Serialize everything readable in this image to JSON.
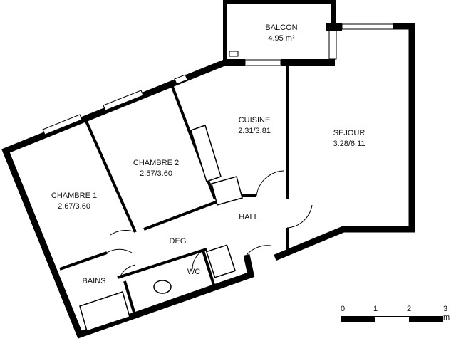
{
  "rooms": [
    {
      "name": "BALCON",
      "size": "4.95 m²"
    },
    {
      "name": "CUISINE",
      "size": "2.31/3.81"
    },
    {
      "name": "SEJOUR",
      "size": "3.28/6.11"
    },
    {
      "name": "CHAMBRE 2",
      "size": "2.57/3.60"
    },
    {
      "name": "CHAMBRE 1",
      "size": "2.67/3.60"
    },
    {
      "name": "HALL",
      "size": ""
    },
    {
      "name": "DEG.",
      "size": ""
    },
    {
      "name": "BAINS",
      "size": ""
    },
    {
      "name": "WC",
      "size": ""
    }
  ],
  "scale_bar": {
    "ticks": [
      "0",
      "1",
      "2",
      "3 m"
    ]
  },
  "colors": {
    "wall": "#000000",
    "window": "#bbbbbb"
  }
}
